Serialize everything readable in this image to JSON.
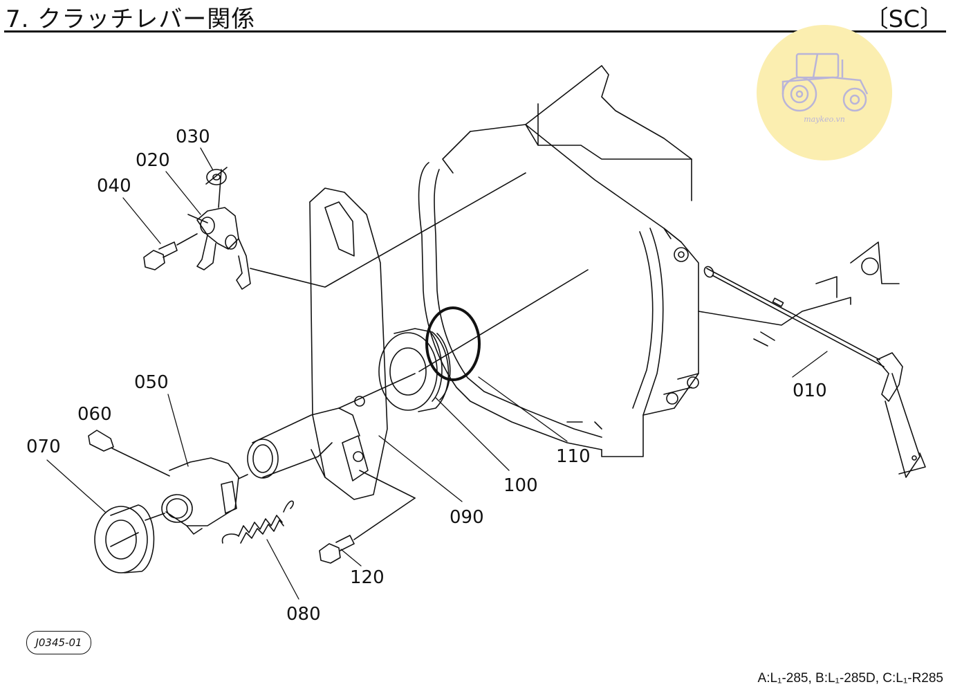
{
  "header": {
    "title": "7. クラッチレバー関係",
    "code": "〔SC〕"
  },
  "parts": [
    "030",
    "020",
    "040",
    "050",
    "060",
    "070",
    "080",
    "120",
    "090",
    "100",
    "110",
    "010"
  ],
  "figure_code": "J0345-01",
  "footer": "A:L₁-285, B:L₁-285D, C:L₁-R285",
  "watermark": {
    "text": "maykeo.vn",
    "color": "#fbeeb0",
    "logo_color": "#b9b4d8"
  }
}
